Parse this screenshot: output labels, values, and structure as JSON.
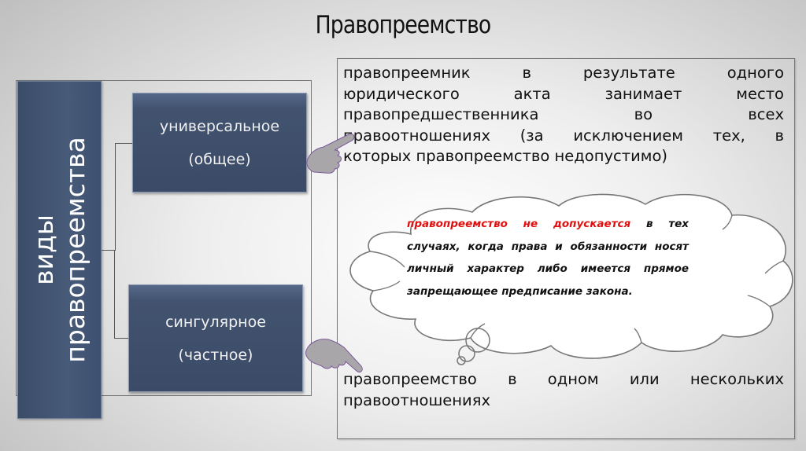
{
  "title": "Правопреемство",
  "left_panel": {
    "vertical_label_line1": "виды",
    "vertical_label_line2": "правопреемства",
    "types": [
      {
        "line1": "универсальное",
        "line2": "(общее)"
      },
      {
        "line1": "сингулярное",
        "line2": "(частное)"
      }
    ]
  },
  "right_panel": {
    "universal_definition_lines": [
      "правопреемник в результате одного",
      "юридического акта занимает место",
      "правопредшественника во всех",
      "правоотношениях (за исключением тех, в",
      "которых правопреемство недопустимо)"
    ],
    "cloud": {
      "highlight": "правопреемство не допускается",
      "highlight_color": "#e01010",
      "rest": "в тех случаях, когда права и обязанности носят личный характер либо имеется прямое запрещающее предписание закона."
    },
    "singular_definition_lines": [
      "правопреемство в одном или нескольких",
      "правоотношениях"
    ]
  },
  "icons": {
    "hand_top": "pointing-hand-icon",
    "hand_bottom": "pointing-hand-icon"
  },
  "colors": {
    "box_fill": "#3b4b67",
    "hand_fill": "#a9a6aa",
    "hand_outline": "#7a5a9a"
  }
}
